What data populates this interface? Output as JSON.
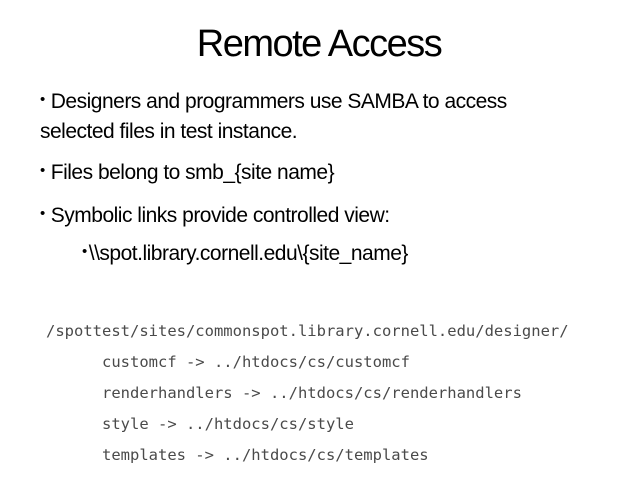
{
  "slide": {
    "title": "Remote Access",
    "bullet_char": "•",
    "bullets": [
      {
        "level": 1,
        "text": "Designers and programmers use SAMBA to access selected files in test instance."
      },
      {
        "level": 1,
        "text": "Files belong to smb_{site name}"
      },
      {
        "level": 1,
        "text": "Symbolic links provide controlled view:"
      },
      {
        "level": 2,
        "text": "\\\\spot.library.cornell.edu\\{site_name}"
      }
    ],
    "code_lines": [
      "/spottest/sites/commonspot.library.cornell.edu/designer/",
      "      customcf -> ../htdocs/cs/customcf",
      "      renderhandlers -> ../htdocs/cs/renderhandlers",
      "      style -> ../htdocs/cs/style",
      "      templates -> ../htdocs/cs/templates"
    ],
    "colors": {
      "background": "#ffffff",
      "title_text": "#000000",
      "body_text": "#000000",
      "code_text": "#4a4a4a"
    }
  }
}
